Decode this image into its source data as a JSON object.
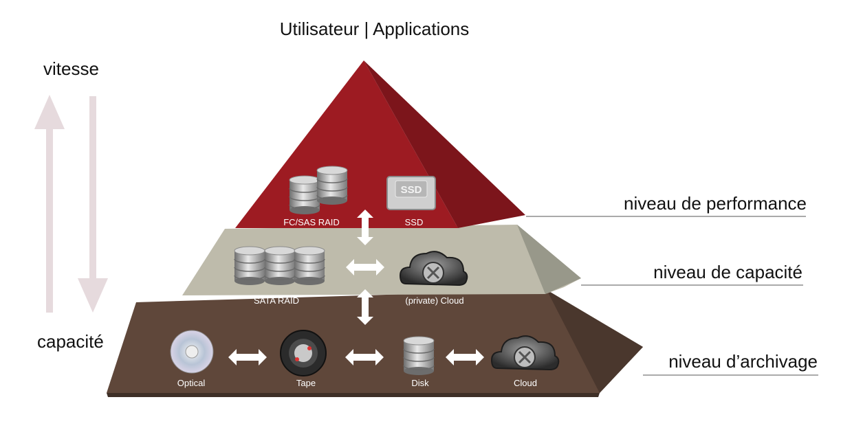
{
  "title": "Utilisateur | Applications",
  "axis": {
    "top_label": "vitesse",
    "bottom_label": "capacité"
  },
  "levels": [
    {
      "label": "niveau de performance",
      "color": "#9b1c23"
    },
    {
      "label": "niveau de capacité",
      "color": "#b9b6a6"
    },
    {
      "label": "niveau d’archivage",
      "color": "#5c4538"
    }
  ],
  "performance_items": [
    {
      "label": "FC/SAS RAID",
      "icon": "database-stack-icon"
    },
    {
      "label": "SSD",
      "icon": "ssd-icon"
    }
  ],
  "capacity_items": [
    {
      "label": "SATA RAID",
      "icon": "database-stack-icon"
    },
    {
      "label": "(private) Cloud",
      "icon": "cloud-icon"
    }
  ],
  "archive_items": [
    {
      "label": "Optical",
      "icon": "optical-disc-icon"
    },
    {
      "label": "Tape",
      "icon": "tape-reel-icon"
    },
    {
      "label": "Disk",
      "icon": "disk-icon"
    },
    {
      "label": "Cloud",
      "icon": "cloud-icon"
    }
  ],
  "ssd_badge": "SSD"
}
